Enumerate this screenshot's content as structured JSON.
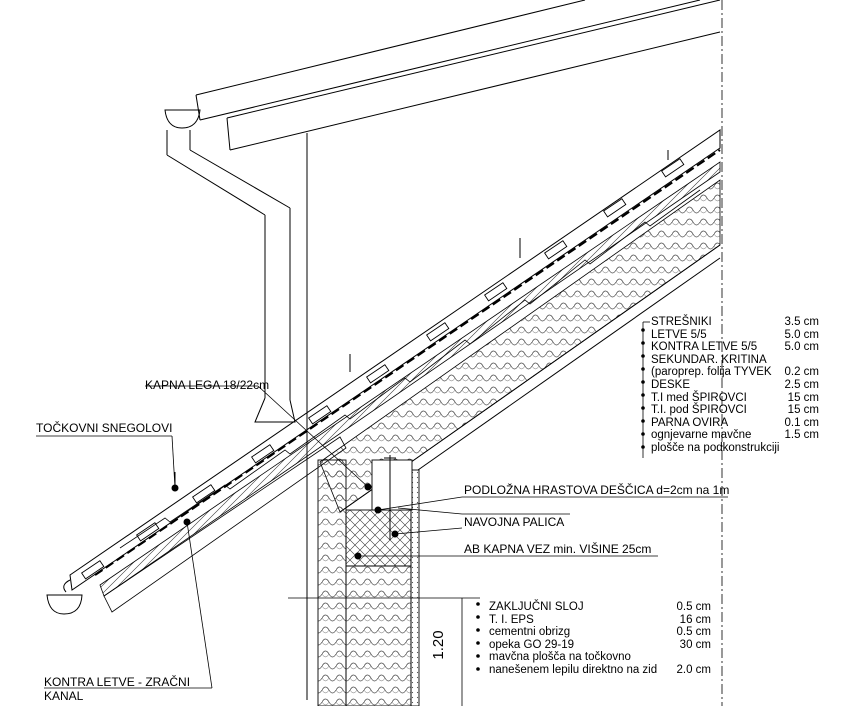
{
  "labels": {
    "kapna_lega": "KAPNA LEGA 18/22cm",
    "snegolovi": "TOČKOVNI SNEGOLOVI",
    "hrastova": "PODLOŽNA HRASTOVA DEŠČICA d=2cm na 1m",
    "navojna": "NAVOJNA PALICA",
    "ab_vez": "AB KAPNA VEZ min. VIŠINE 25cm",
    "kontra_1": "KONTRA LETVE - ZRAČNI",
    "kontra_2": "KANAL",
    "dimension": "1.20"
  },
  "roof_layers": [
    {
      "name": "STREŠNIKI",
      "value": "3.5 cm"
    },
    {
      "name": "LETVE 5/5",
      "value": "5.0 cm"
    },
    {
      "name": "KONTRA LETVE 5/5",
      "value": "5.0 cm"
    },
    {
      "name": "SEKUNDAR. KRITINA",
      "value": ""
    },
    {
      "name": "(paroprep. folija TYVEK",
      "value": "0.2 cm"
    },
    {
      "name": "DESKE",
      "value": "2.5 cm"
    },
    {
      "name": "T.I med ŠPIROVCI",
      "value": "15 cm"
    },
    {
      "name": "T.I. pod ŠPIROVCI",
      "value": "15 cm"
    },
    {
      "name": "PARNA OVIRA",
      "value": "0.1 cm"
    },
    {
      "name": "ognjevarne mavčne",
      "value": "1.5 cm"
    },
    {
      "name": "plošče na podkonstrukciji",
      "value": ""
    }
  ],
  "wall_layers": [
    {
      "name": "ZAKLJUČNI SLOJ",
      "value": "0.5 cm"
    },
    {
      "name": "T. I. EPS",
      "value": "16 cm"
    },
    {
      "name": "cementni obrizg",
      "value": "0.5 cm"
    },
    {
      "name": "opeka GO 29-19",
      "value": "30 cm"
    },
    {
      "name": "mavčna plošča na točkovno",
      "value": ""
    },
    {
      "name": "nanešenem lepilu direktno na zid",
      "value": "2.0 cm"
    }
  ]
}
